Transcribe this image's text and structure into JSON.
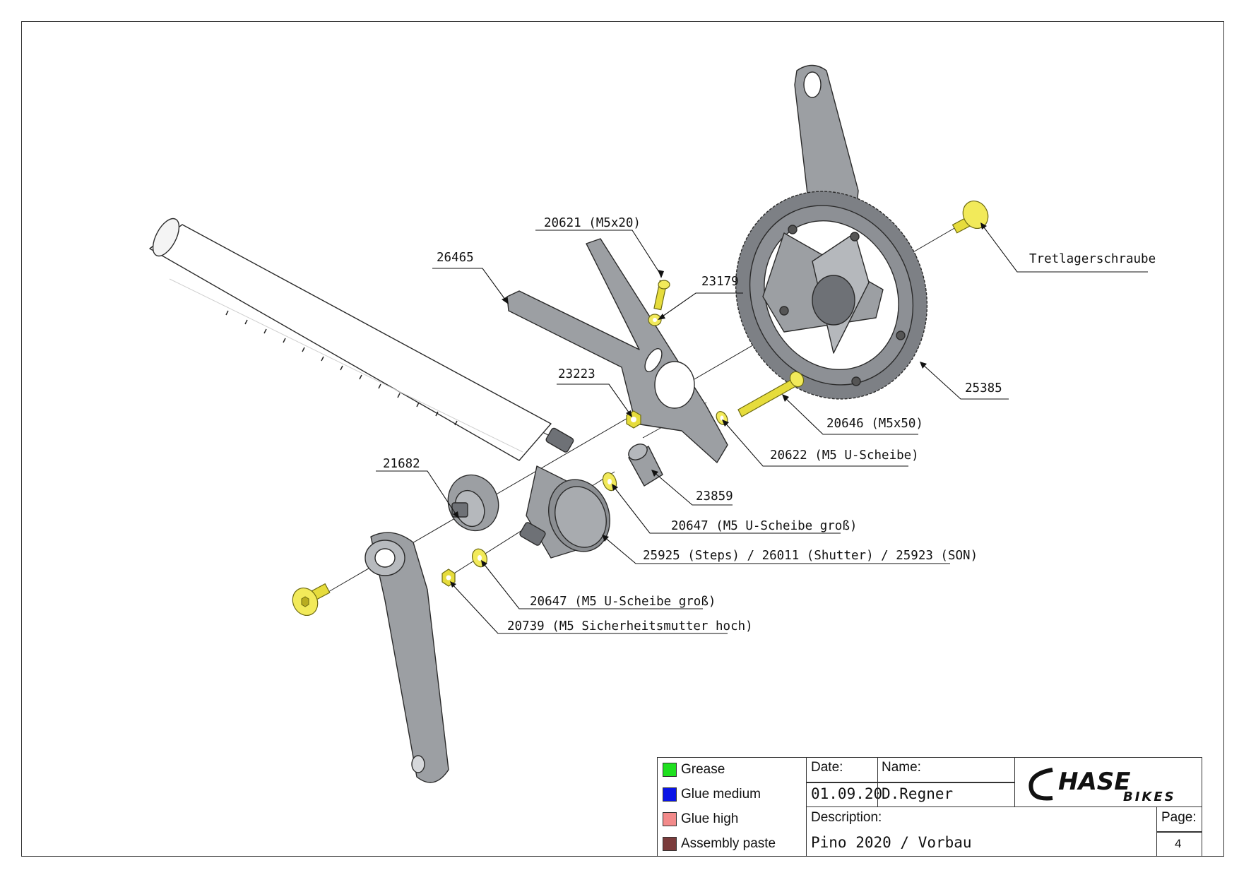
{
  "labels": {
    "l20621": "20621 (M5x20)",
    "l26465": "26465",
    "l23179": "23179",
    "l23223": "23223",
    "l20646": "20646 (M5x50)",
    "l20622": "20622 (M5 U-Scheibe)",
    "l21682": "21682",
    "l23859": "23859",
    "l20647a": "20647 (M5 U-Scheibe groß)",
    "l25925": "25925 (Steps)  / 26011 (Shutter) / 25923 (SON)",
    "l20647b": "20647 (M5 U-Scheibe groß)",
    "l20739": "20739 (M5 Sicherheitsmutter hoch)",
    "l25385": "25385",
    "ltret": "Tretlagerschraube"
  },
  "legend": [
    {
      "label": "Grease",
      "color": "#1fe01f"
    },
    {
      "label": "Glue medium",
      "color": "#0a14e6"
    },
    {
      "label": "Glue high",
      "color": "#f28a8a"
    },
    {
      "label": "Assembly paste",
      "color": "#7a3b3b"
    }
  ],
  "titleblock": {
    "date_label": "Date:",
    "date_value": "01.09.20",
    "name_label": "Name:",
    "name_value": "D.Regner",
    "description_label": "Description:",
    "description_value": "Pino 2020 / Vorbau",
    "page_label": "Page:",
    "page_value": "4",
    "logo_main": "HASE",
    "logo_sub": "BIKES"
  }
}
